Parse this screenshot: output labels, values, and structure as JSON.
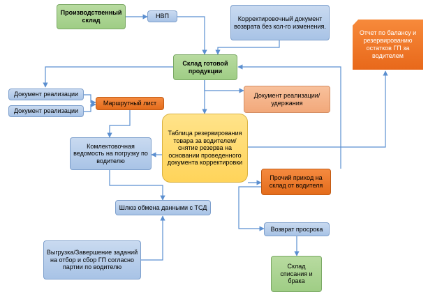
{
  "nodes": {
    "production_warehouse": "Производственный склад",
    "nvp": "НВП",
    "correction_doc": "Корректировочный документ возврата без кол-го изменения.",
    "report": "Отчет по балансу и резервированию остатков ГП за водителем",
    "finished_goods_warehouse": "Склад готовой продукции",
    "sales_doc_1": "Документ реализации",
    "sales_doc_2": "Документ реализации",
    "route_sheet": "Маршрутный лист",
    "sales_withholding_doc": "Документ реализации/удержания",
    "reservation_table": "Таблица резервирования товара за водителем/снятие резерва на основании проведенного документа корректировки",
    "picking_sheet": "Комлектовочная ведомость на погрузку по водителю",
    "other_income": "Прочий приход на склад от водителя",
    "tsd_gateway": "Шлюз обмена данными с ТСД",
    "expired_return": "Возврат просрока",
    "upload_tasks": "Выгрузка/Завершение заданий на отбор и сбор ГП согласно партии по водителю",
    "writeoff_warehouse": "Склад списания и брака"
  },
  "colors": {
    "connector": "#5b8fd0",
    "green": "#a8d28d",
    "blue": "#b7cdec",
    "orange": "#e8701f",
    "salmon": "#f4b18a",
    "yellow": "#ffd966"
  }
}
